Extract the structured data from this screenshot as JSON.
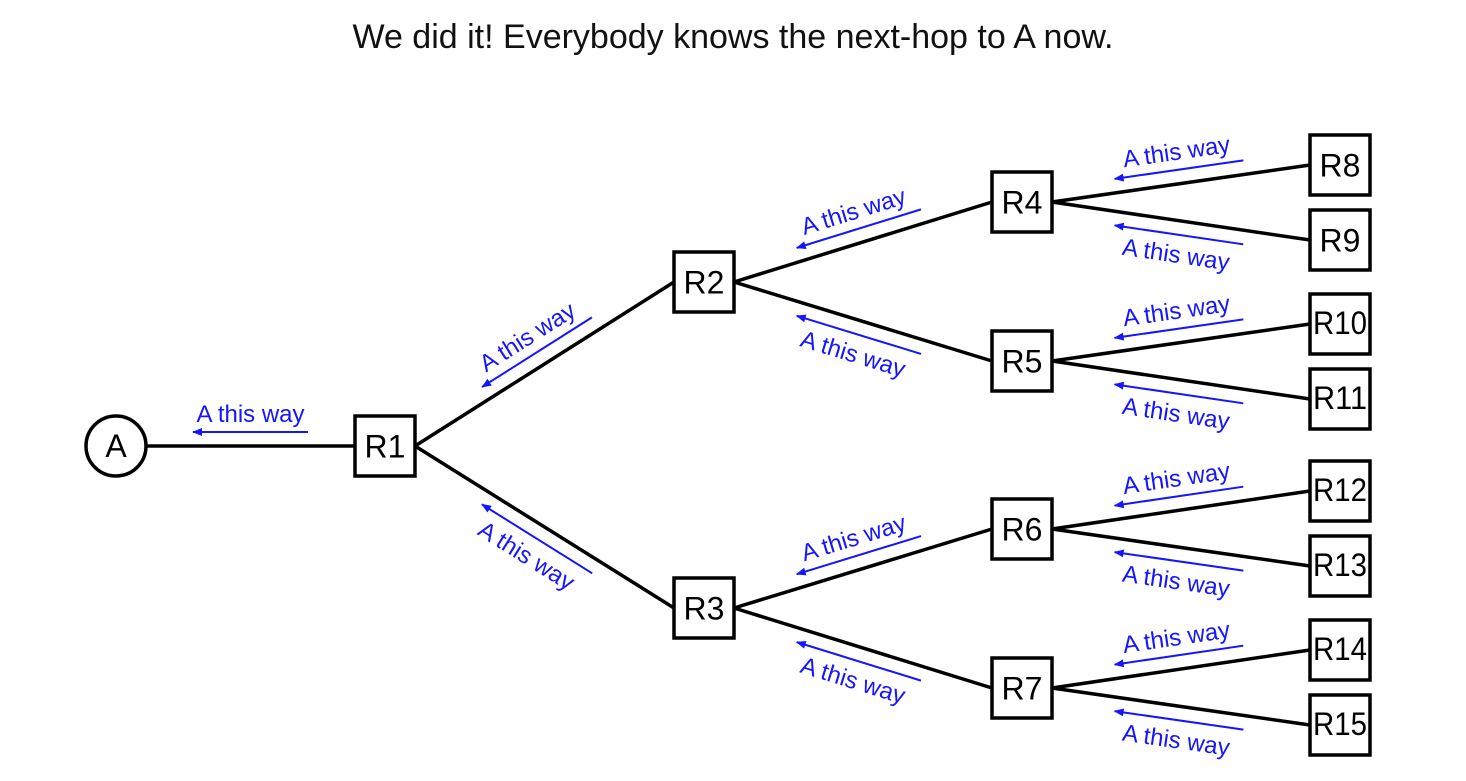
{
  "title": "We did it! Everybody knows the next-hop to A now.",
  "colors": {
    "edge": "#000000",
    "hint": "#1515ff",
    "node_fill": "#ffffff"
  },
  "destination": {
    "id": "A",
    "shape": "circle"
  },
  "routers": [
    "R1",
    "R2",
    "R3",
    "R4",
    "R5",
    "R6",
    "R7",
    "R8",
    "R9",
    "R10",
    "R11",
    "R12",
    "R13",
    "R14",
    "R15"
  ],
  "edges": [
    {
      "from": "A",
      "to": "R1",
      "hint": "A this way"
    },
    {
      "from": "R1",
      "to": "R2",
      "hint": "A this way"
    },
    {
      "from": "R1",
      "to": "R3",
      "hint": "A this way"
    },
    {
      "from": "R2",
      "to": "R4",
      "hint": "A this way"
    },
    {
      "from": "R2",
      "to": "R5",
      "hint": "A this way"
    },
    {
      "from": "R3",
      "to": "R6",
      "hint": "A this way"
    },
    {
      "from": "R3",
      "to": "R7",
      "hint": "A this way"
    },
    {
      "from": "R4",
      "to": "R8",
      "hint": "A this way"
    },
    {
      "from": "R4",
      "to": "R9",
      "hint": "A this way"
    },
    {
      "from": "R5",
      "to": "R10",
      "hint": "A this way"
    },
    {
      "from": "R5",
      "to": "R11",
      "hint": "A this way"
    },
    {
      "from": "R6",
      "to": "R12",
      "hint": "A this way"
    },
    {
      "from": "R6",
      "to": "R13",
      "hint": "A this way"
    },
    {
      "from": "R7",
      "to": "R14",
      "hint": "A this way"
    },
    {
      "from": "R7",
      "to": "R15",
      "hint": "A this way"
    }
  ]
}
